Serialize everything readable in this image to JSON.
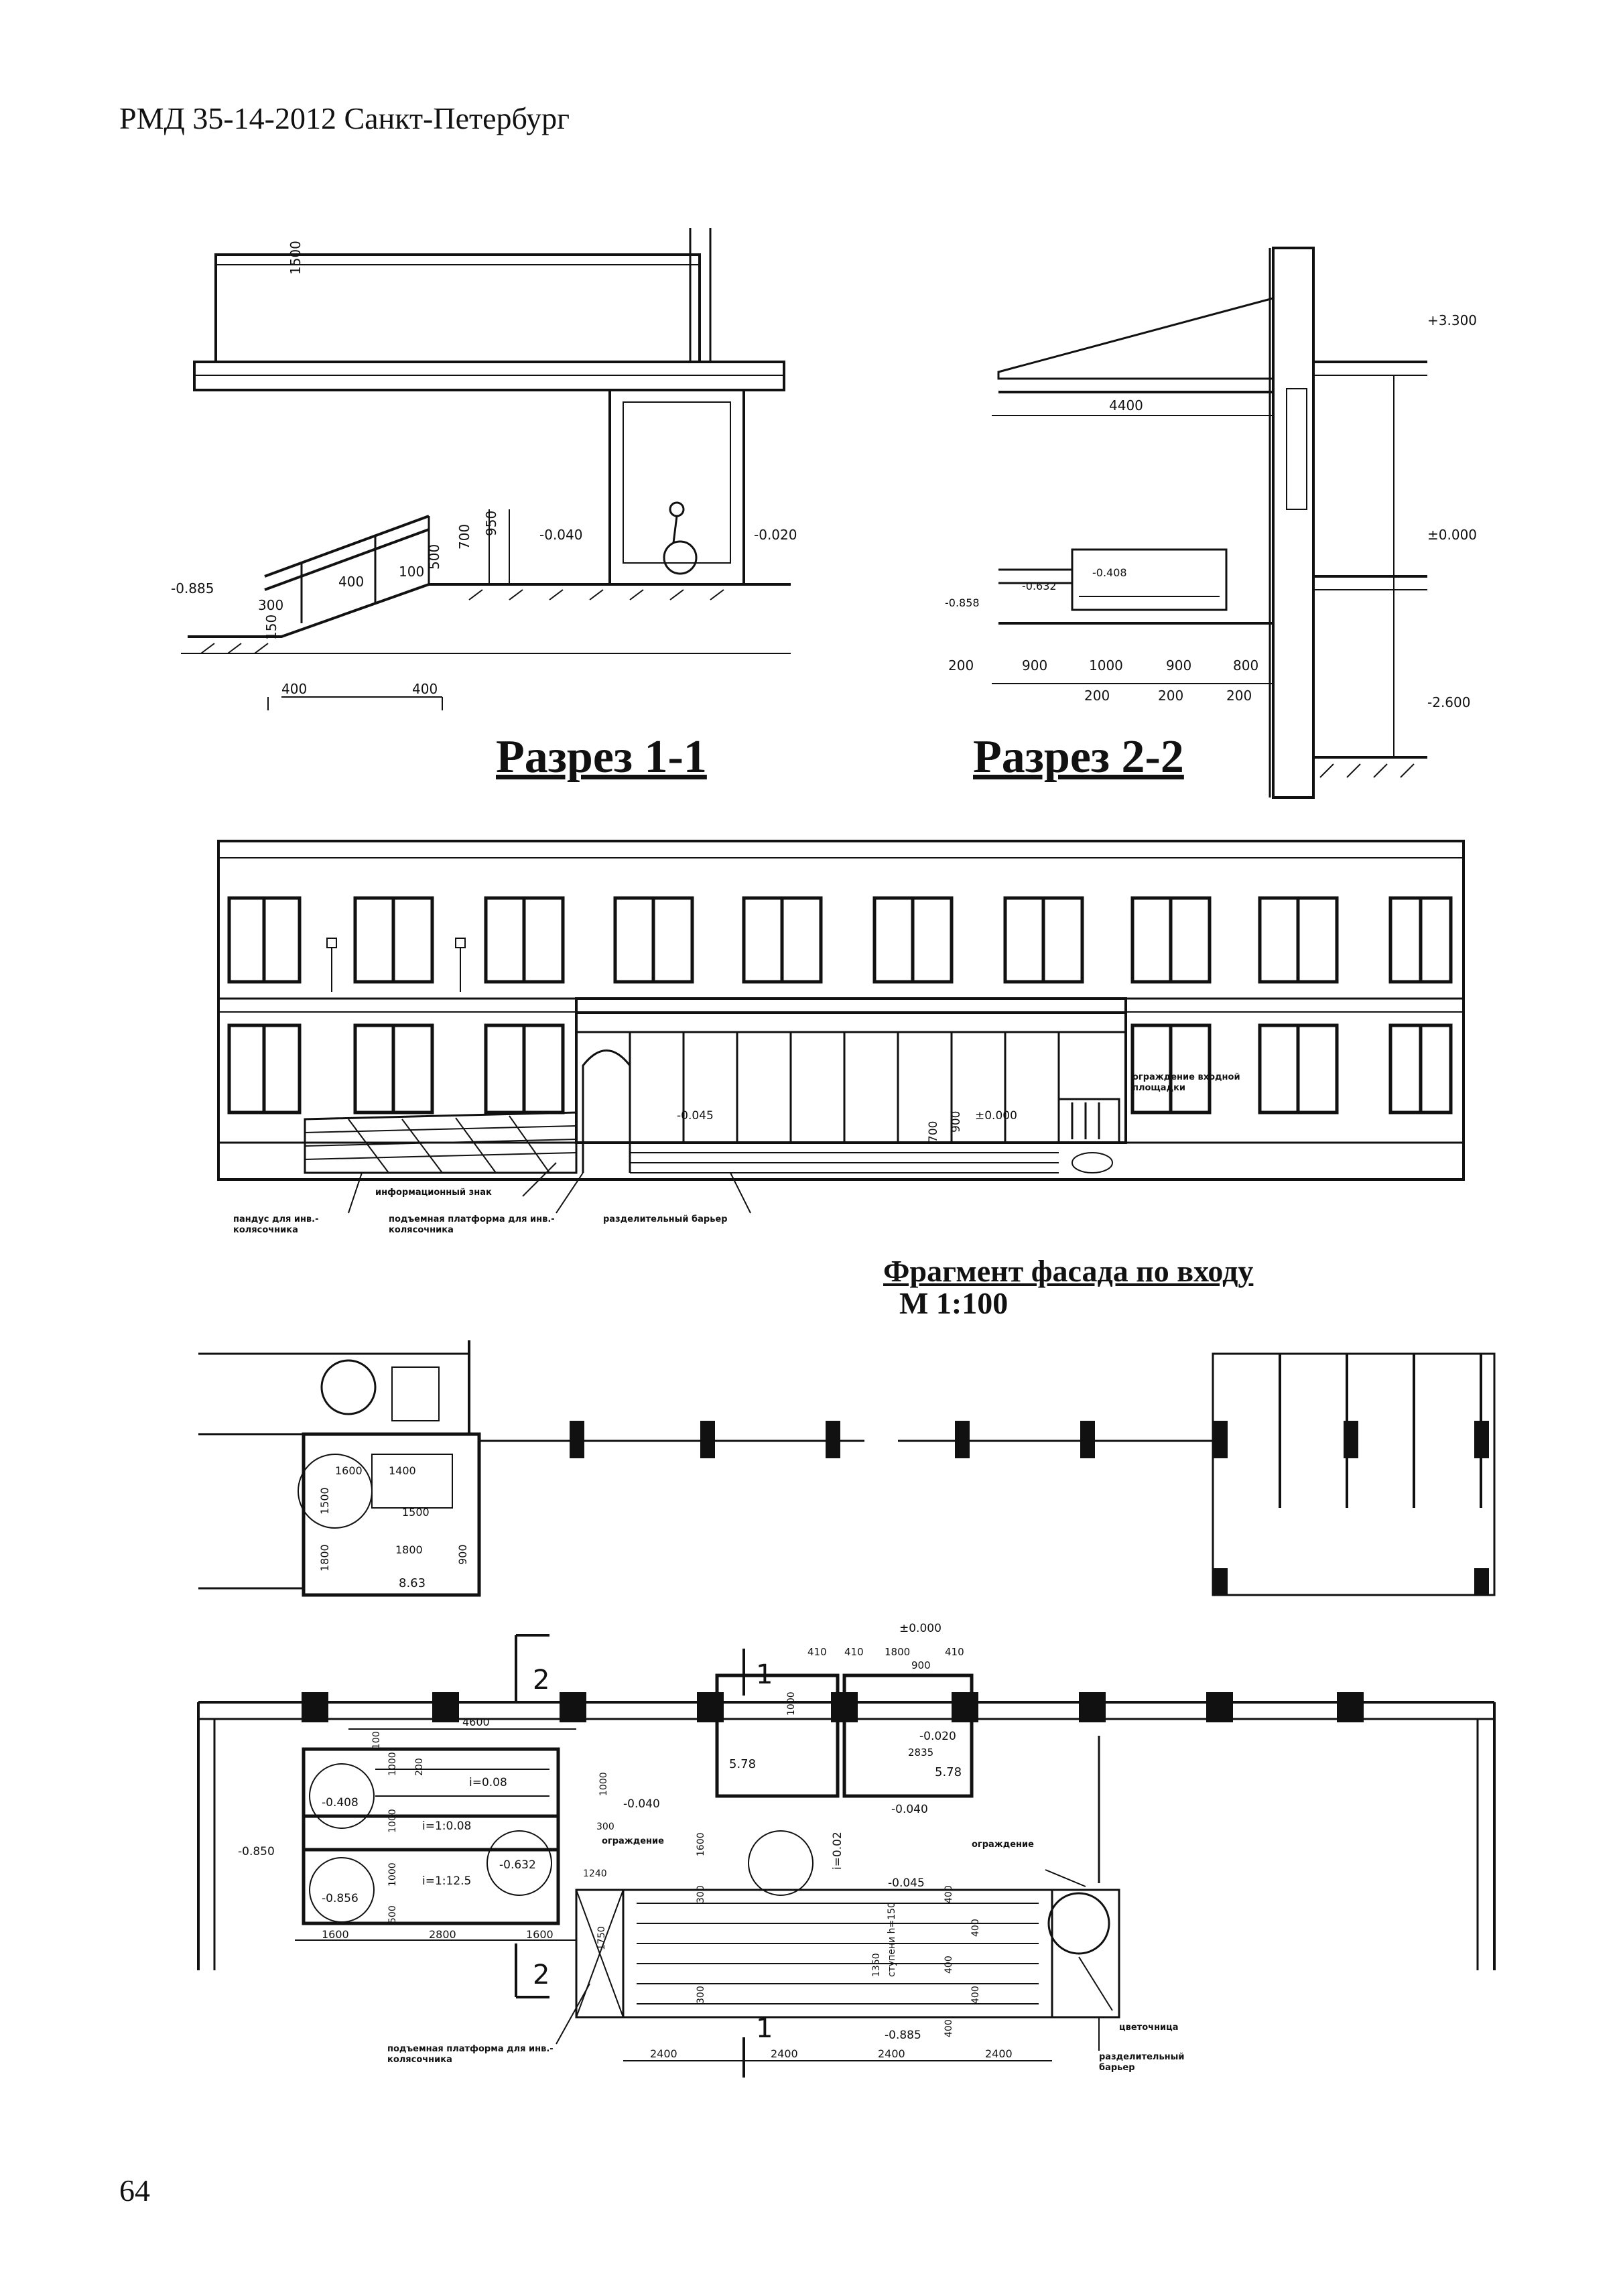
{
  "header": "РМД 35-14-2012 Санкт-Петербург",
  "page_number": "64",
  "section_1": {
    "title": "Разрез 1-1",
    "marks": [
      "-0.885",
      "-0.040",
      "-0.020"
    ],
    "dims": [
      "1500",
      "950",
      "700",
      "500",
      "100",
      "400",
      "300",
      "150",
      "400",
      "400"
    ]
  },
  "section_2": {
    "title": "Разрез 2-2",
    "marks": [
      "+3.300",
      "±0.000",
      "-2.600",
      "-0.858",
      "-0.632",
      "-0.408"
    ],
    "dims": [
      "4400",
      "200",
      "900",
      "1000",
      "900",
      "800",
      "200",
      "200",
      "200"
    ]
  },
  "facade": {
    "title": "Фрагмент фасада по входу",
    "scale": "М 1:100",
    "marks": [
      "-0.045",
      "±0.000"
    ],
    "dims": [
      "700",
      "900"
    ],
    "labels": {
      "fence": "ограждение входной площадки",
      "info_sign": "информационный знак",
      "ramp": "пандус для инв.-колясочника",
      "lift": "подъемная платформа для инв.-колясочника",
      "barrier": "разделительный барьер"
    }
  },
  "plan_top": {
    "dims": [
      "1600",
      "1500",
      "1400",
      "1500",
      "1800",
      "1800",
      "900"
    ],
    "area": "8.63"
  },
  "plan_bottom": {
    "section_marks": [
      "1",
      "2",
      "2",
      "1"
    ],
    "levels": [
      "±0.000",
      "-0.020",
      "-0.040",
      "-0.040",
      "-0.045",
      "-0.408",
      "-0.632",
      "-0.856",
      "-0.850",
      "-0.885"
    ],
    "slopes": [
      "i=0.08",
      "i=1:0.08",
      "i=1:12.5",
      "i=0.02"
    ],
    "dims_top": [
      "4600",
      "410",
      "410",
      "1800",
      "410",
      "900",
      "2835"
    ],
    "dims_bottom": [
      "1600",
      "2800",
      "1600",
      "2400",
      "2400",
      "2400",
      "2400"
    ],
    "dims_misc": [
      "100",
      "1000",
      "200",
      "1000",
      "1000",
      "1000",
      "500",
      "1000",
      "300",
      "1240",
      "1600",
      "300",
      "300",
      "1350",
      "400",
      "400",
      "400",
      "400",
      "400",
      "1750"
    ],
    "areas": [
      "5.78",
      "5.78"
    ],
    "labels": {
      "fence1": "ограждение",
      "fence2": "ограждение",
      "flowerbed": "цветочница",
      "barrier": "разделительный барьер",
      "lift": "подъемная платформа для инв.-колясочника",
      "steps": "ступени h=150"
    }
  }
}
